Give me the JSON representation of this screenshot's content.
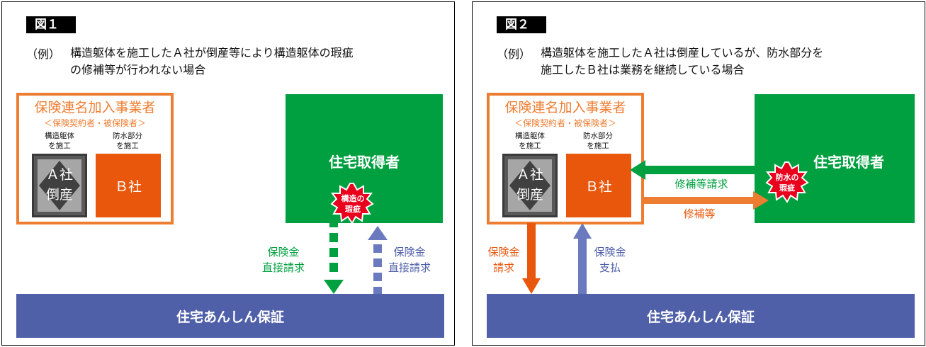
{
  "fig1": {
    "label": "図１",
    "example": "（例）",
    "desc_line1": "構造躯体を施工したＡ社が倒産等により構造躯体の瑕疵",
    "desc_line2": "の修補等が行われない場合",
    "insured_title": "保険連名加入事業者",
    "insured_sub": "＜保険契約者・被保険者＞",
    "col_a_1": "構造躯体",
    "col_a_2": "を施工",
    "col_b_1": "防水部分",
    "col_b_2": "を施工",
    "a_line1": "Ａ社",
    "a_line2": "倒産",
    "b_label": "Ｂ社",
    "buyer": "住宅取得者",
    "burst_1": "構造の",
    "burst_2": "瑕疵",
    "green_arrow_1": "保険金",
    "green_arrow_2": "直接請求",
    "blue_arrow_1": "保険金",
    "blue_arrow_2": "直接請求",
    "bottom": "住宅あんしん保証"
  },
  "fig2": {
    "label": "図２",
    "example": "（例）",
    "desc_line1": "構造躯体を施工したＡ社は倒産しているが、防水部分を",
    "desc_line2": "施工したＢ社は業務を継続している場合",
    "insured_title": "保険連名加入事業者",
    "insured_sub": "＜保険契約者・被保険者＞",
    "col_a_1": "構造躯体",
    "col_a_2": "を施工",
    "col_b_1": "防水部分",
    "col_b_2": "を施工",
    "a_line1": "Ａ社",
    "a_line2": "倒産",
    "b_label": "Ｂ社",
    "buyer": "住宅取得者",
    "burst_1": "防水の",
    "burst_2": "瑕疵",
    "request_label": "修補等請求",
    "repair_label": "修補等",
    "orange_arrow_1": "保険金",
    "orange_arrow_2": "請求",
    "blue_arrow_1": "保険金",
    "blue_arrow_2": "支払",
    "bottom": "住宅あんしん保証"
  },
  "colors": {
    "orange": "#ed7d31",
    "deep_orange": "#e8570c",
    "green": "#00a040",
    "blue": "#4f5fa8",
    "arrow_blue": "#6b79bf",
    "red": "#e8001c"
  }
}
